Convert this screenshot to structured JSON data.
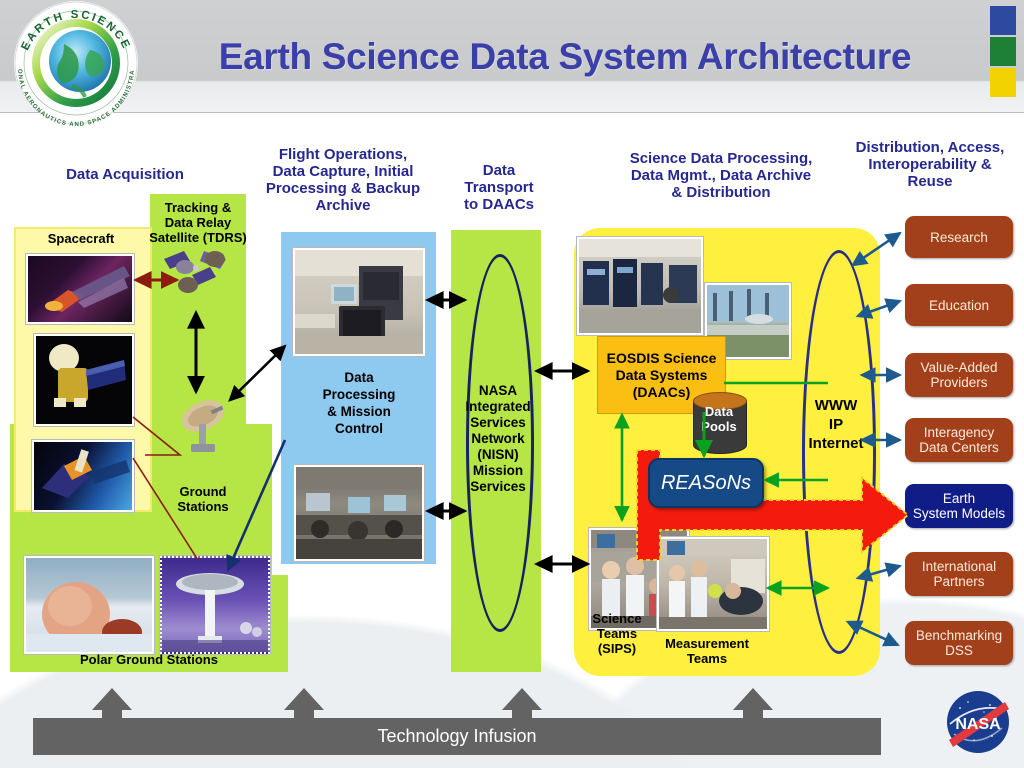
{
  "header": {
    "title": "Earth Science Data System Architecture",
    "seal_outer_top": "EARTH SCIENCE",
    "seal_outer_bottom": "NATIONAL AERONAUTICS AND SPACE ADMINISTRATION",
    "swatches": [
      "#2b4aa0",
      "#1d8035",
      "#f2d200"
    ]
  },
  "columns": [
    {
      "id": "data-acquisition",
      "title": "Data Acquisition"
    },
    {
      "id": "flight-operations",
      "title": "Flight Operations,\nData Capture, Initial\nProcessing & Backup\nArchive"
    },
    {
      "id": "data-transport",
      "title": "Data\nTransport\nto DAACs"
    },
    {
      "id": "science-data-processing",
      "title": "Science Data Processing,\nData Mgmt., Data Archive\n& Distribution"
    },
    {
      "id": "distribution-access",
      "title": "Distribution, Access,\nInteroperability &\nReuse"
    }
  ],
  "labels": {
    "spacecraft": "Spacecraft",
    "tdrs": "Tracking &\nData Relay\nSatellite (TDRS)",
    "ground_stations": "Ground\nStations",
    "polar_ground_stations": "Polar Ground Stations",
    "data_processing": "Data\nProcessing\n& Mission\nControl",
    "nisn": "NASA\nIntegrated\nServices\nNetwork\n(NISN)\nMission\nServices",
    "eosdis": "EOSDIS Science\nData Systems\n(DAACs)",
    "data_pools": "Data\nPools",
    "reasons": "REASoNs",
    "science_teams": "Science\nTeams\n(SIPS)",
    "measurement_teams": "Measurement\nTeams",
    "www": "WWW\nIP\nInternet",
    "technology_infusion": "Technology Infusion",
    "nasa_logo": "NASA"
  },
  "outputs": [
    {
      "label": "Research",
      "color": "#a2401b",
      "style": "brown"
    },
    {
      "label": "Education",
      "color": "#a2401b",
      "style": "brown"
    },
    {
      "label": "Value-Added\nProviders",
      "color": "#a2401b",
      "style": "brown"
    },
    {
      "label": "Interagency\nData Centers",
      "color": "#a2401b",
      "style": "brown"
    },
    {
      "label": "Earth\nSystem Models",
      "color": "#101d86",
      "style": "navy"
    },
    {
      "label": "International\nPartners",
      "color": "#a2401b",
      "style": "brown"
    },
    {
      "label": "Benchmarking\nDSS",
      "color": "#a2401b",
      "style": "brown"
    }
  ],
  "colors": {
    "title_blue": "#3b3fa8",
    "heading_blue": "#26288f",
    "green_panel": "#b6e546",
    "pale_yellow_panel": "#fdf9a8",
    "blue_panel": "#8ec9f0",
    "big_yellow_panel": "#ffef3f",
    "brown_box": "#a2401b",
    "navy_box": "#101d86",
    "eosdis_gold": "#fbbe13",
    "reasons_navy": "#154a86",
    "red_arrow": "#f41b0e",
    "tech_bar_grey": "#636363",
    "ellipse_stroke": "#16235e"
  }
}
